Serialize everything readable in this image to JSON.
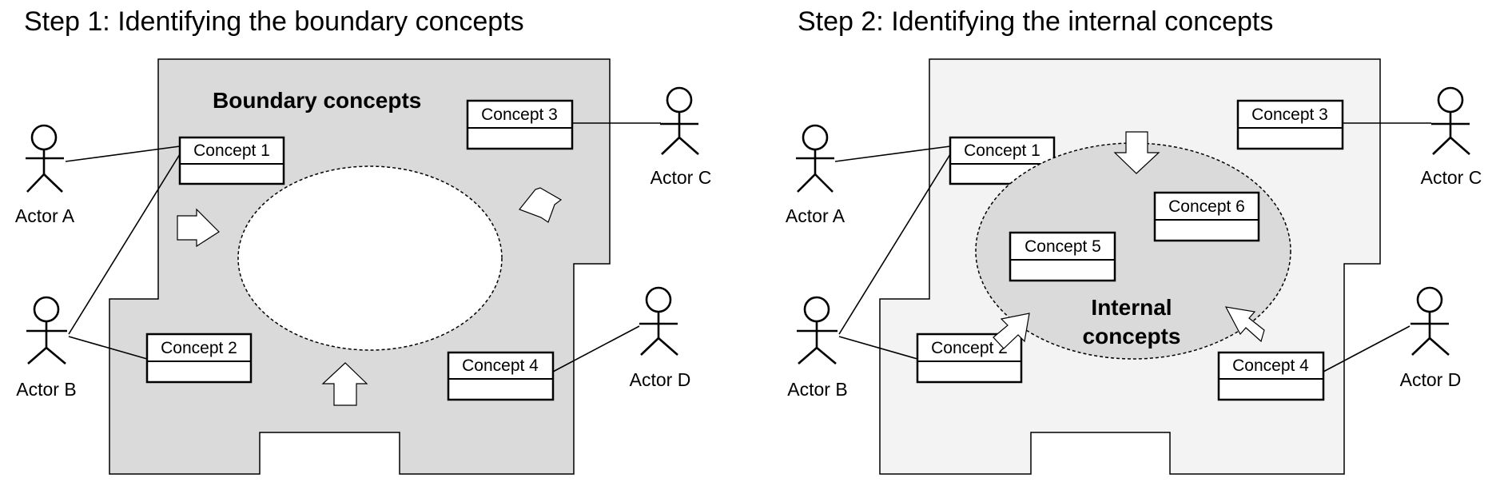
{
  "colors": {
    "step1_region": "#dadada",
    "step2_region": "#f3f3f3",
    "step1_ellipse": "#ffffff",
    "step2_ellipse": "#dadada",
    "stroke": "#000000",
    "box_fill": "#ffffff"
  },
  "step1": {
    "title": "Step 1: Identifying the boundary concepts",
    "region_label": "Boundary concepts",
    "concepts": [
      "Concept 1",
      "Concept 2",
      "Concept 3",
      "Concept 4"
    ],
    "actors": [
      "Actor A",
      "Actor B",
      "Actor C",
      "Actor D"
    ],
    "arrow_icons": [
      "right-arrow-icon",
      "up-arrow-icon",
      "diagonal-arrow-icon"
    ]
  },
  "step2": {
    "title": "Step 2: Identifying the internal concepts",
    "ellipse_label": [
      "Internal",
      "concepts"
    ],
    "concepts": [
      "Concept 1",
      "Concept 2",
      "Concept 3",
      "Concept 4",
      "Concept 5",
      "Concept 6"
    ],
    "actors": [
      "Actor A",
      "Actor B",
      "Actor C",
      "Actor D"
    ],
    "arrow_icons": [
      "down-arrow-icon",
      "diagonal-arrow-icon",
      "diagonal-arrow-icon"
    ]
  }
}
